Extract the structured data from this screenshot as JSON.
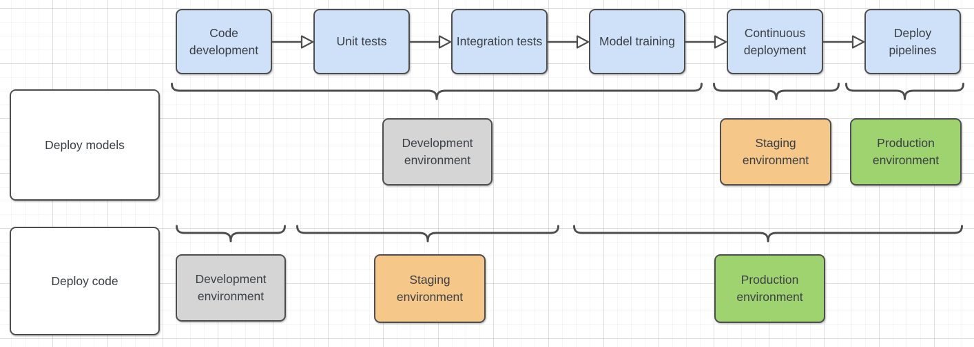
{
  "pipeline": {
    "stages": [
      {
        "label": "Code development"
      },
      {
        "label": "Unit tests"
      },
      {
        "label": "Integration tests"
      },
      {
        "label": "Model training"
      },
      {
        "label": "Continuous deployment"
      },
      {
        "label": "Deploy pipelines"
      }
    ]
  },
  "rows": [
    {
      "label": "Deploy models",
      "environments": [
        {
          "label": "Development environment",
          "color_name": "gray",
          "fill": "#d5d5d5",
          "covers_stages": [
            "Code development",
            "Unit tests",
            "Integration tests",
            "Model training"
          ]
        },
        {
          "label": "Staging environment",
          "color_name": "orange",
          "fill": "#f5c789",
          "covers_stages": [
            "Continuous deployment"
          ]
        },
        {
          "label": "Production environment",
          "color_name": "green",
          "fill": "#9ed36f",
          "covers_stages": [
            "Deploy pipelines"
          ]
        }
      ]
    },
    {
      "label": "Deploy code",
      "environments": [
        {
          "label": "Development environment",
          "color_name": "gray",
          "fill": "#d5d5d5",
          "covers_stages": [
            "Code development"
          ]
        },
        {
          "label": "Staging environment",
          "color_name": "orange",
          "fill": "#f5c789",
          "covers_stages": [
            "Unit tests",
            "Integration tests"
          ]
        },
        {
          "label": "Production environment",
          "color_name": "green",
          "fill": "#9ed36f",
          "covers_stages": [
            "Model training",
            "Continuous deployment",
            "Deploy pipelines"
          ]
        }
      ]
    }
  ],
  "colors": {
    "stage_fill": "#cfe0f9",
    "stroke": "#4d4d4d",
    "text": "#3b4045",
    "white_fill": "#ffffff"
  }
}
